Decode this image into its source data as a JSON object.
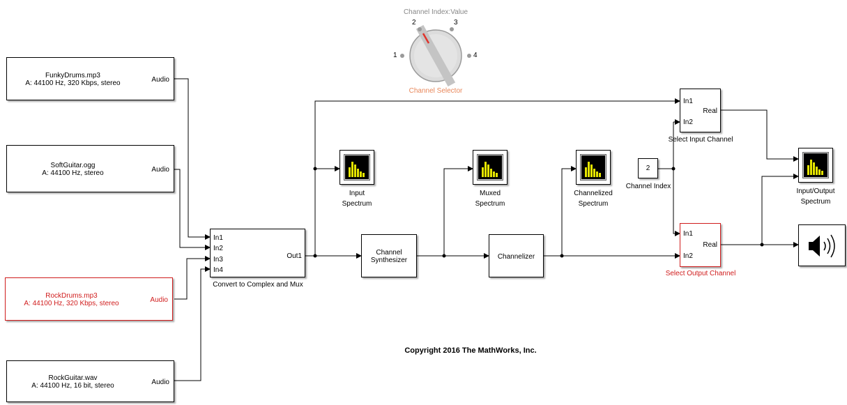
{
  "knob": {
    "title": "Channel Index:Value",
    "label": "Channel Selector",
    "ticks": [
      "1",
      "2",
      "3",
      "4"
    ],
    "value": 2
  },
  "sources": [
    {
      "file": "FunkyDrums.mp3",
      "info": "A: 44100 Hz, 320 Kbps, stereo",
      "port": "Audio"
    },
    {
      "file": "SoftGuitar.ogg",
      "info": "A: 44100 Hz, stereo",
      "port": "Audio"
    },
    {
      "file": "RockDrums.mp3",
      "info": "A: 44100 Hz, 320 Kbps, stereo",
      "port": "Audio"
    },
    {
      "file": "RockGuitar.wav",
      "info": "A: 44100 Hz, 16 bit, stereo",
      "port": "Audio"
    }
  ],
  "mux": {
    "label": "Convert to Complex and Mux",
    "inputs": [
      "In1",
      "In2",
      "In3",
      "In4"
    ],
    "output": "Out1"
  },
  "synth": {
    "line1": "Channel",
    "line2": "Synthesizer"
  },
  "channelizer": {
    "label": "Channelizer"
  },
  "scopes": [
    {
      "line1": "Input",
      "line2": "Spectrum"
    },
    {
      "line1": "Muxed",
      "line2": "Spectrum"
    },
    {
      "line1": "Channelized",
      "line2": "Spectrum"
    },
    {
      "line1": "Input/Output",
      "line2": "Spectrum"
    }
  ],
  "constant": {
    "value": "2",
    "label": "Channel Index"
  },
  "select_input": {
    "label": "Select Input Channel",
    "in1": "In1",
    "in2": "In2",
    "out": "Real"
  },
  "select_output": {
    "label": "Select Output Channel",
    "in1": "In1",
    "in2": "In2",
    "out": "Real"
  },
  "copyright": "Copyright 2016 The MathWorks, Inc.",
  "colors": {
    "selected": "#d01c1c",
    "knob_label": "#e8875a",
    "scope_bars": "#e5e500"
  }
}
